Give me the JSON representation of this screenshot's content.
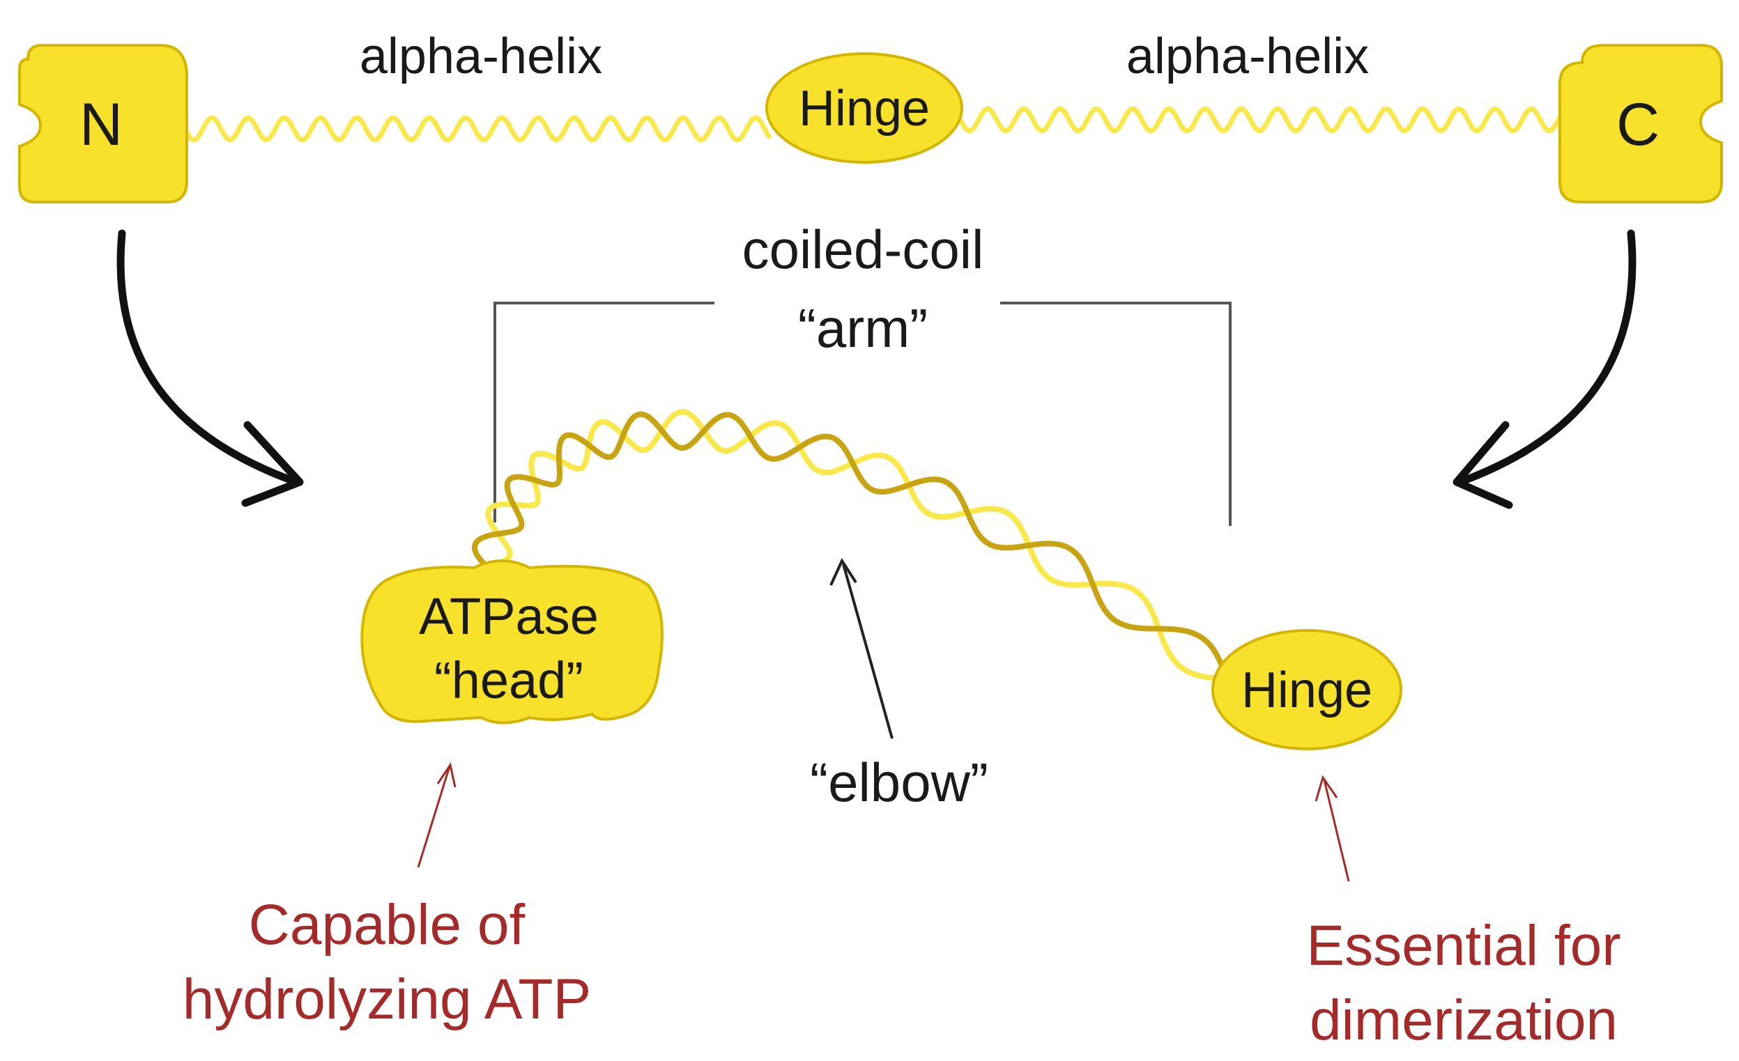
{
  "colors": {
    "protein_fill": "#f7e12a",
    "protein_stroke": "#d4b500",
    "helix_light": "#f9e84a",
    "helix_dark": "#c9a412",
    "text": "#1a1a1a",
    "annotation_red": "#a52a2a",
    "bracket": "#555555",
    "arrow": "#111111"
  },
  "top_strand": {
    "n_terminus": "N",
    "c_terminus": "C",
    "helix_left_label": "alpha-helix",
    "helix_right_label": "alpha-helix",
    "hinge_label": "Hinge"
  },
  "folded": {
    "arm_label_line1": "coiled-coil",
    "arm_label_line2": "“arm”",
    "head_label_line1": "ATPase",
    "head_label_line2": "“head”",
    "elbow_label": "“elbow”",
    "hinge_label": "Hinge"
  },
  "annotations": {
    "head_note_line1": "Capable of",
    "head_note_line2": "hydrolyzing ATP",
    "hinge_note_line1": "Essential for",
    "hinge_note_line2": "dimerization"
  }
}
